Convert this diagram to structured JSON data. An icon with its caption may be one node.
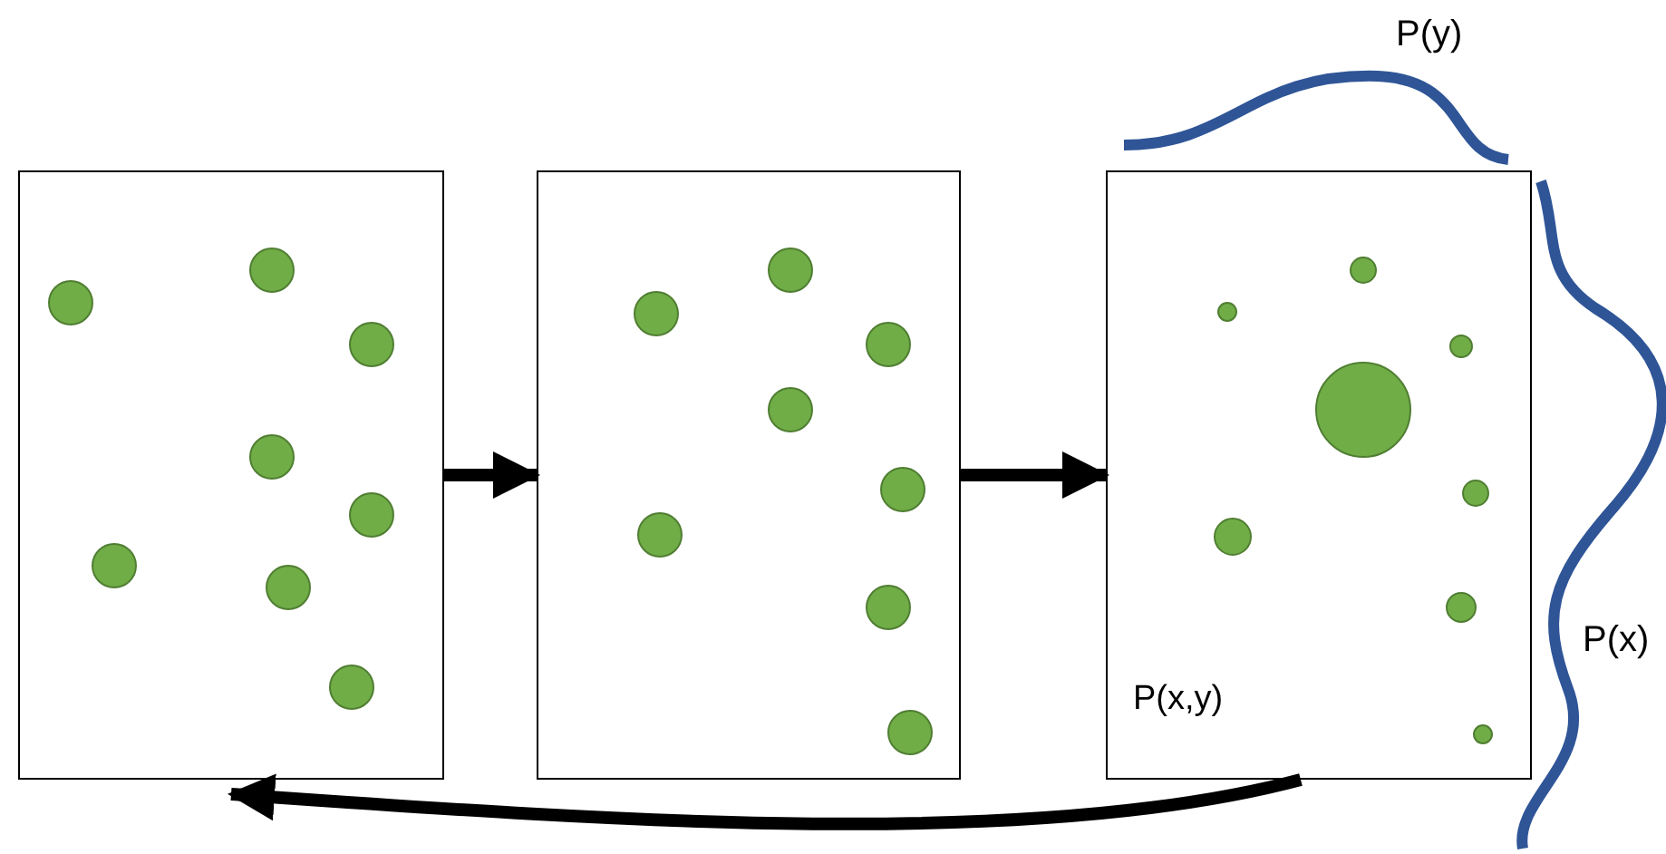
{
  "diagram": {
    "nodes": [
      {
        "text": [],
        "shape": "box"
      },
      {
        "text": [],
        "shape": "box"
      },
      {
        "text": [
          "P(x,y)"
        ]
      }
    ],
    "edges": [
      {
        "from": 0,
        "to": 1,
        "arrow": "to"
      },
      {
        "from": 1,
        "to": 2,
        "arrow": "to"
      },
      {
        "from": 2,
        "to": 0,
        "arrow": "to"
      }
    ],
    "labels": [
      "P(y)",
      "P(x)"
    ]
  }
}
